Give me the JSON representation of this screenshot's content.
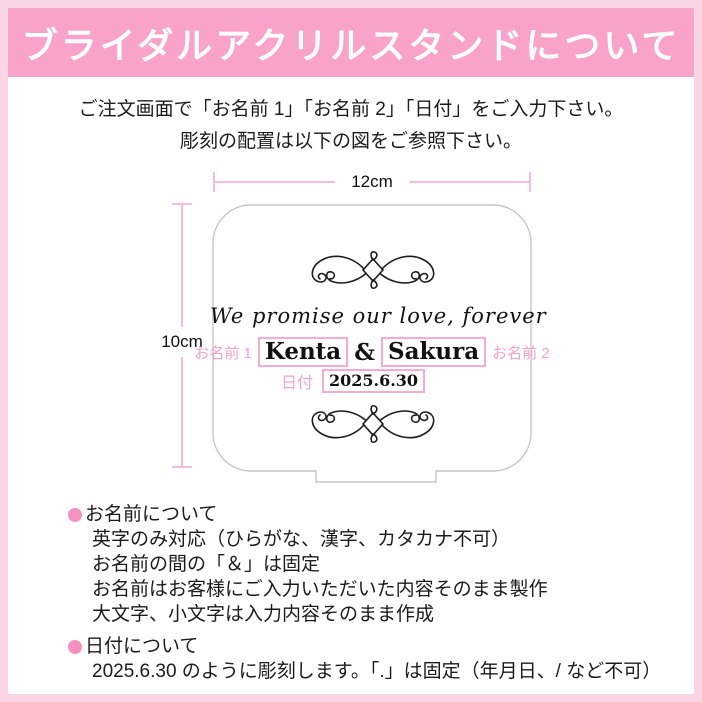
{
  "header": {
    "title": "ブライダルアクリルスタンドについて"
  },
  "intro": {
    "line1": "ご注文画面で「お名前 1」「お名前 2」「日付」をご入力下さい。",
    "line2": "彫刻の配置は以下の図をご参照下さい。"
  },
  "diagram": {
    "width_label": "12cm",
    "height_label": "10cm",
    "stand": {
      "tagline": "We promise our love, forever",
      "name1_label": "お名前 1",
      "name1": "Kenta",
      "ampersand": "&",
      "name2": "Sakura",
      "name2_label": "お名前 2",
      "date_label": "日付",
      "date": "2025.6.30"
    }
  },
  "notes": [
    {
      "title": "お名前について",
      "lines": [
        "英字のみ対応（ひらがな、漢字、カタカナ不可）",
        "お名前の間の「＆」は固定",
        "お名前はお客様にご入力いただいた内容そのまま製作",
        "大文字、小文字は入力内容そのまま作成"
      ]
    },
    {
      "title": "日付について",
      "lines": [
        "2025.6.30 のように彫刻します。「.」は固定（年月日、/ など不可）"
      ]
    }
  ],
  "colors": {
    "frame_pink": "#fbd4e6",
    "header_pink": "#f9a3ca",
    "accent_pink": "#f9a0c9",
    "box_border_pink": "#f7abd0",
    "bullet_pink": "#f591c1",
    "dimension_pink": "#f8bcd9",
    "stand_outline": "#c6c6c6",
    "text_black": "#1b1b1b"
  }
}
